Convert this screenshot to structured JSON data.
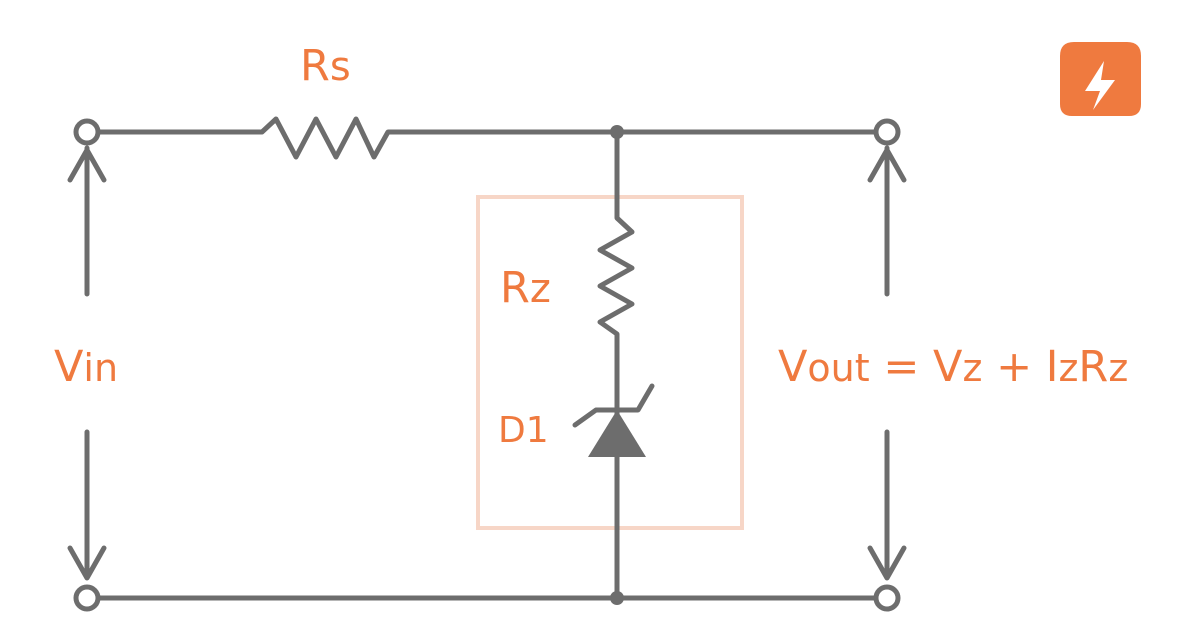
{
  "labels": {
    "rs_base": "R",
    "rs_sub": "s",
    "rz_base": "R",
    "rz_sub": "z",
    "d1": "D1",
    "vin_base": "V",
    "vin_sub": "in",
    "vout_base": "V",
    "vout_sub": "out",
    "equals": " = ",
    "vz_base": "V",
    "vz_sub": "z",
    "plus": " + ",
    "iz_base": "I",
    "iz_sub": "z",
    "rz2_base": "R",
    "rz2_sub": "z"
  },
  "icons": {
    "logo": "lightning-bolt-icon"
  },
  "colors": {
    "accent": "#ef7a3f",
    "wire": "#6d6d6d",
    "box": "#f7d6c7"
  }
}
